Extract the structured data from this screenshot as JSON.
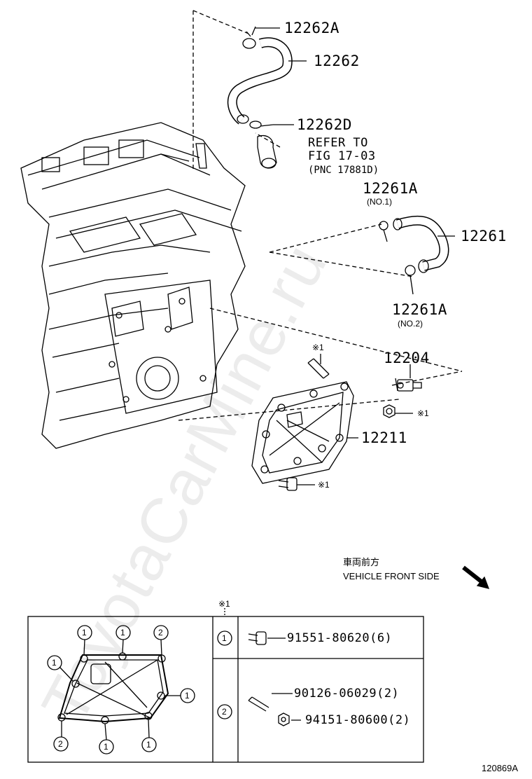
{
  "labels": {
    "p12262A": "12262A",
    "p12262": "12262",
    "p12262D": "12262D",
    "refer_line1": "REFER TO",
    "refer_line2": "FIG 17-03",
    "refer_line3": "(PNC 17881D)",
    "p12261A_1": "12261A",
    "no1": "(NO.1)",
    "p12261": "12261",
    "p12261A_2": "12261A",
    "no2": "(NO.2)",
    "mark1": "※1",
    "p12204": "12204",
    "mark2": "※1",
    "p12211": "12211",
    "mark3": "※1",
    "front_jp": "車両前方",
    "front_en": "VEHICLE FRONT SIDE"
  },
  "legend": {
    "header": "※1",
    "rows": [
      {
        "num": "1",
        "parts": [
          "91551-80620(6)"
        ]
      },
      {
        "num": "2",
        "parts": [
          "90126-06029(2)",
          "94151-80600(2)"
        ]
      }
    ],
    "gasket_marks": [
      "1",
      "1",
      "2",
      "1",
      "1",
      "2",
      "1",
      "1"
    ]
  },
  "figure_id": "120869A",
  "watermark": "ToyotaCarMine.ru"
}
